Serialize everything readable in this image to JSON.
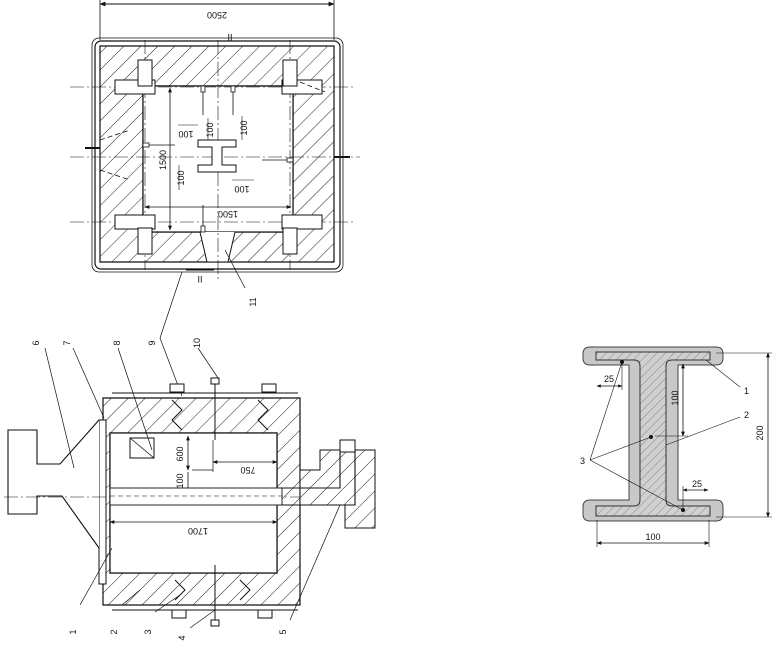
{
  "top_view": {
    "dims": {
      "overall_width": "2500",
      "inner_width": "1500",
      "inner_height": "1500",
      "sensor_offset_a": "100",
      "sensor_offset_b": "100",
      "sensor_offset_c": "100",
      "sensor_offset_d": "100",
      "sensor_offset_e": "100"
    },
    "section_marks": {
      "top": "II",
      "bottom": "II"
    },
    "callouts": {
      "c11": "11"
    }
  },
  "side_view": {
    "dims": {
      "length_1700": "1700",
      "depth_750": "750",
      "height_600": "600",
      "height_100": "100"
    },
    "callouts": {
      "c1": "1",
      "c2": "2",
      "c3": "3",
      "c4": "4",
      "c5": "5",
      "c6": "6",
      "c7": "7",
      "c8": "8",
      "c9": "9",
      "c10": "10"
    }
  },
  "ibeam": {
    "dims": {
      "height": "200",
      "width": "100",
      "web": "100",
      "flange_top": "25",
      "flange_bottom": "25"
    },
    "callouts": {
      "c1": "1",
      "c2": "2",
      "c3": "3"
    }
  }
}
